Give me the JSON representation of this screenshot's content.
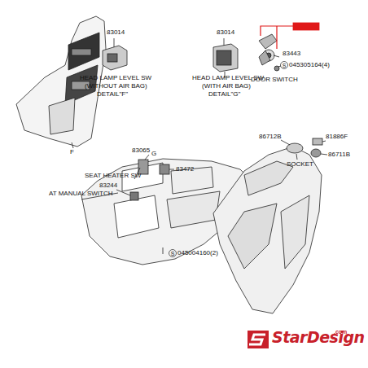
{
  "diagram": {
    "labels": [
      "83014",
      "83014",
      "HEAD LAMP LEVEL SW",
      "(WITHOUT AIR BAG)",
      "DETAIL\"F\"",
      "HEAD LAMP LEVEL SW",
      "(WITH AIR BAG)",
      "DETAIL\"G\"",
      "83443",
      "S",
      "045305164(4)",
      "DOOR SWITCH",
      "86712B",
      "81886F",
      "86711B",
      "SOCKET",
      "83065",
      "G",
      "83472",
      "SEAT HEATER SW",
      "83244",
      "AT MANUAL SWITCH",
      "F",
      "S",
      "045004160(2)",
      "StarDesign",
      ".com"
    ]
  }
}
